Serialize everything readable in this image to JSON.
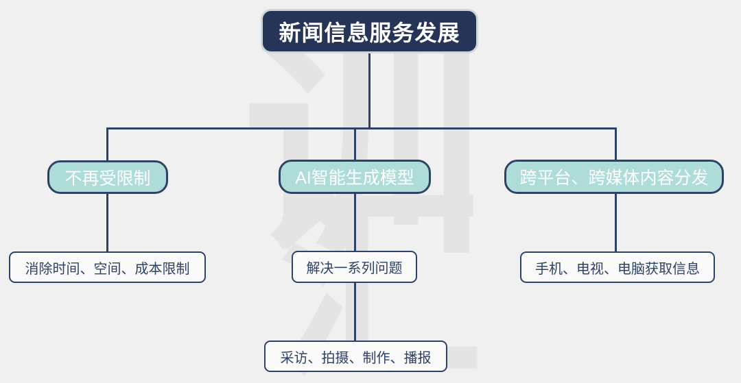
{
  "title": "新闻信息服务发展",
  "colors": {
    "background": "#f0f0f0",
    "navy_line": "#2e4166",
    "root_fill": "#263457",
    "root_outline": "#ccd6db",
    "teal_fill": "#aedcd8",
    "leaf_fill": "#fafafa",
    "text_light": "#ffffff",
    "watermark": "#e4e4e4"
  },
  "root": {
    "label": "新闻信息服务发展"
  },
  "branches": [
    {
      "label": "不再受限制",
      "children": [
        {
          "label": "消除时间、空间、成本限制"
        }
      ]
    },
    {
      "label": "AI智能生成模型",
      "children": [
        {
          "label": "解决一系列问题"
        }
      ],
      "grandchildren": [
        {
          "label": "采访、拍摄、制作、播报"
        }
      ]
    },
    {
      "label": "跨平台、跨媒体内容分发",
      "children": [
        {
          "label": "手机、电视、电脑获取信息"
        }
      ]
    }
  ],
  "watermark": {
    "chars": [
      "训",
      "汇"
    ]
  }
}
